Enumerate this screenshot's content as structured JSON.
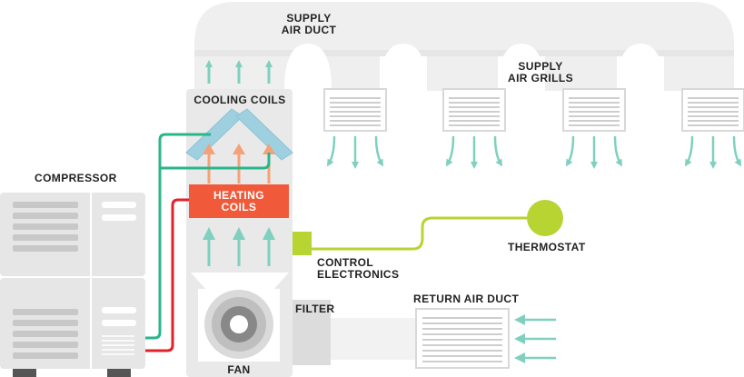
{
  "labels": {
    "supply_air_duct": "SUPPLY\nAIR DUCT",
    "supply_air_grills": "SUPPLY\nAIR GRILLS",
    "cooling_coils": "COOLING COILS",
    "heating_coils": "HEATING\nCOILS",
    "compressor": "COMPRESSOR",
    "thermostat": "THERMOSTAT",
    "control_electronics": "CONTROL\nELECTRONICS",
    "return_air_duct": "RETURN AIR DUCT",
    "filter": "FILTER",
    "fan": "FAN"
  },
  "colors": {
    "duct": "#efefef",
    "duct_dark": "#e3e3e3",
    "unit": "#e9e9e9",
    "grill": "#ffffff",
    "grill_slat": "#bdbdbd",
    "airflow_arrow": "#7fd0bf",
    "heat_arrow": "#f5a178",
    "heating_coils": "#f05a3a",
    "cooling_coils": "#9fd0e0",
    "coolant_line": "#2bb58a",
    "hot_line": "#e0232b",
    "control_wire": "#b8d432",
    "thermostat": "#b8d432",
    "text": "#222222"
  },
  "icons": {
    "fan": "fan-icon",
    "thermostat": "thermostat-icon",
    "compressor": "compressor-icon"
  }
}
